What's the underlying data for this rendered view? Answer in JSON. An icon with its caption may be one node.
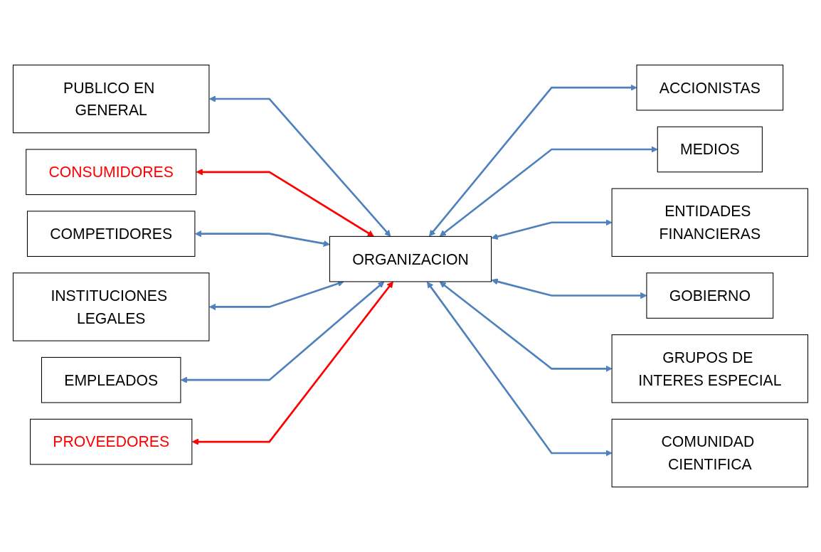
{
  "diagram": {
    "nodes": [
      {
        "text": [
          "PUBLICO EN GENERAL"
        ]
      },
      {
        "text": [
          "CONSUMIDORES"
        ]
      },
      {
        "text": [
          "ACCIONISTAS"
        ]
      },
      {
        "text": [
          "COMPETIDORES"
        ]
      },
      {
        "text": [
          "MEDIOS"
        ]
      },
      {
        "text": [
          "INSTITUCIONES LEGALES"
        ]
      },
      {
        "text": [
          "ORGANIZACION"
        ]
      },
      {
        "text": [
          "ENTIDADES FINANCIERAS"
        ]
      },
      {
        "text": [
          "EMPLEADOS"
        ]
      },
      {
        "text": [
          "GOBIERNO"
        ]
      },
      {
        "text": [
          "PROVEEDORES"
        ]
      },
      {
        "text": [
          "GRUPOS DE INTERES ESPECIAL"
        ]
      },
      {
        "text": [
          "COMUNIDAD CIENTIFICA"
        ]
      }
    ],
    "edges": [
      {
        "from": 6,
        "to": 0,
        "arrow": "both"
      },
      {
        "from": 6,
        "to": 1,
        "arrow": "both",
        "color": "#ff0000"
      },
      {
        "from": 6,
        "to": 2,
        "arrow": "both"
      },
      {
        "from": 6,
        "to": 3,
        "arrow": "both"
      },
      {
        "from": 6,
        "to": 4,
        "arrow": "both"
      },
      {
        "from": 6,
        "to": 5,
        "arrow": "both"
      },
      {
        "from": 6,
        "to": 7,
        "arrow": "both"
      },
      {
        "from": 6,
        "to": 8,
        "arrow": "both"
      },
      {
        "from": 6,
        "to": 9,
        "arrow": "both"
      },
      {
        "from": 6,
        "to": 10,
        "arrow": "both",
        "color": "#ff0000"
      },
      {
        "from": 6,
        "to": 11,
        "arrow": "both"
      },
      {
        "from": 6,
        "to": 12,
        "arrow": "both"
      }
    ]
  }
}
